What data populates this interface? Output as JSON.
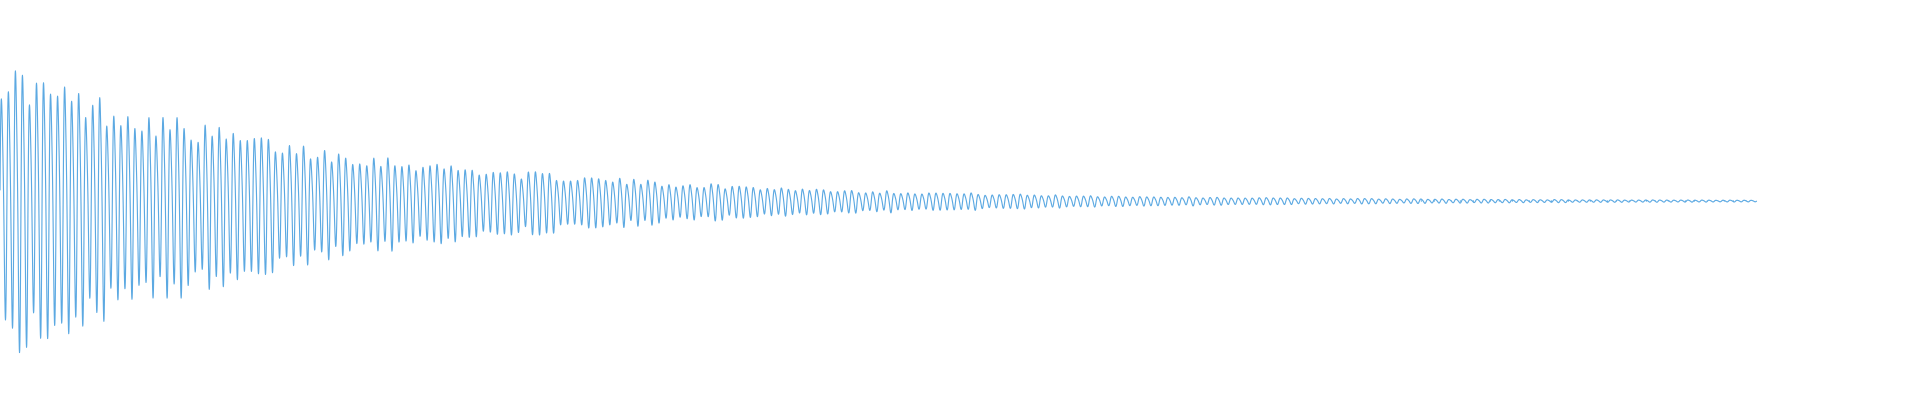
{
  "waveform": {
    "kind": "decaying-oscillation",
    "wave_color": "#5ca9e2",
    "background_color": "#ffffff",
    "peak_amplitude": 1.0,
    "cycles": 250,
    "decay_rate": 5.2,
    "end_fraction": 0.915,
    "sparse_tail_from": 0.74
  }
}
